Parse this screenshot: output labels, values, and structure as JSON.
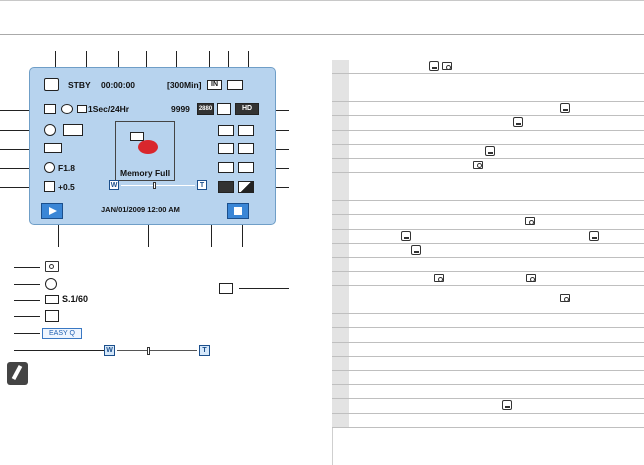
{
  "lcd": {
    "status": "STBY",
    "timecode": "00:00:00",
    "remaining": "[300Min]",
    "shutter_frame": "1Sec/24Hr",
    "count": "9999",
    "memory_label": "Memory Full",
    "aperture": "F1.8",
    "exposure": "+0.5",
    "datetime": "JAN/01/2009 12:00 AM",
    "in_badge": "IN",
    "hd_badge": "HD",
    "res_badge": "2880"
  },
  "legend": {
    "shutter_value": "S.1/60",
    "easy_q": "EASY Q"
  },
  "zoom": {
    "w": "W",
    "t": "T",
    "level": 0.4
  },
  "colors": {
    "lcd_bg": "#b7d3ee",
    "button_blue": "#3a86d6",
    "memory_red": "#d9262c",
    "easyq_blue": "#1f5fb0"
  },
  "icons": [
    "video-camera-icon",
    "camera-icon",
    "play-icon",
    "stop-icon",
    "memory-card-icon",
    "note-icon"
  ]
}
